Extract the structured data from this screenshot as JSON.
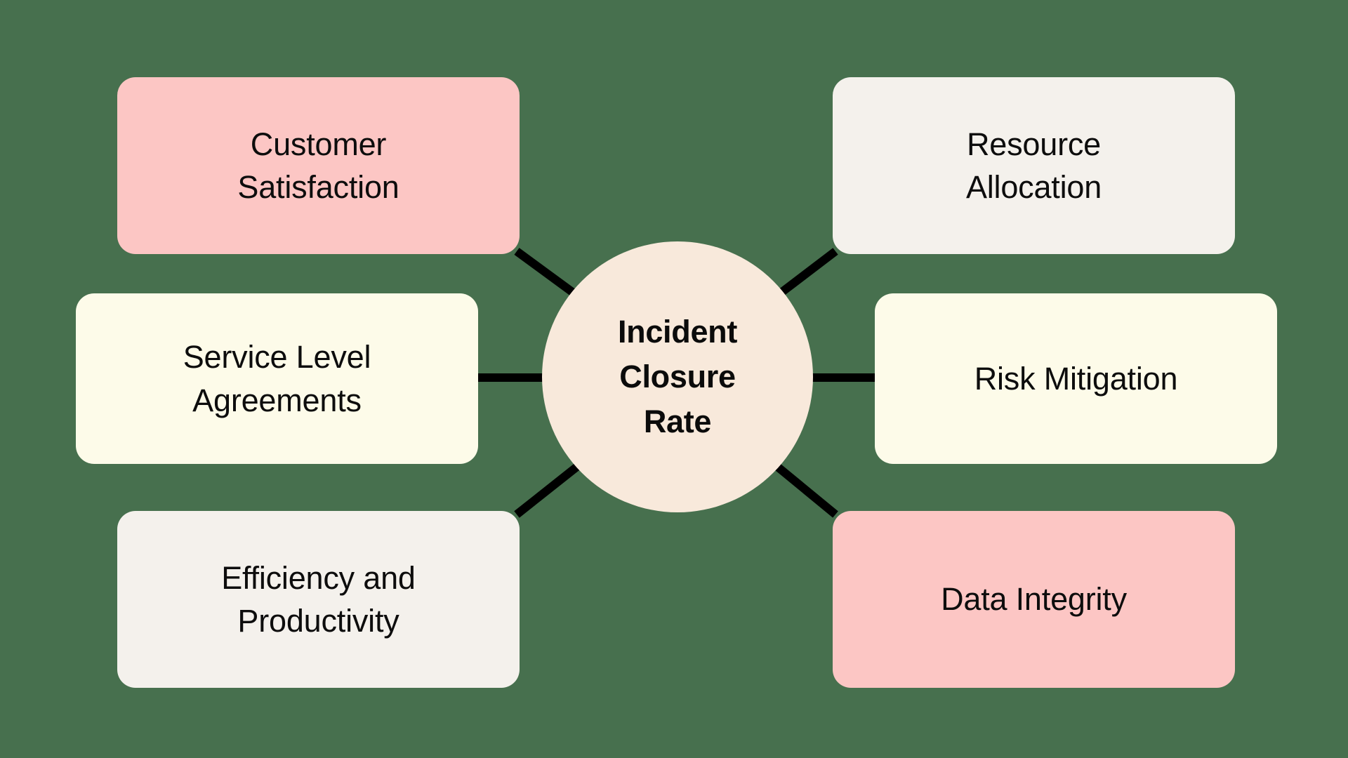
{
  "diagram": {
    "type": "mind-map",
    "background_color": "#47704E",
    "connector_color": "#000000",
    "center": {
      "label": "Incident\nClosure\nRate",
      "text_plain": "Incident Closure Rate",
      "shape": "circle",
      "fill_color": "#F8E9DB",
      "text_color": "#0B0B0B",
      "bold": true
    },
    "nodes": [
      {
        "id": "customer-satisfaction",
        "label": "Customer\nSatisfaction",
        "text_plain": "Customer Satisfaction",
        "side": "left",
        "row": "top",
        "fill_color": "#FCC6C4",
        "text_color": "#0D0D0D",
        "connector": "diagonal"
      },
      {
        "id": "service-level-agreements",
        "label": "Service Level\nAgreements",
        "text_plain": "Service Level Agreements",
        "side": "left",
        "row": "middle",
        "fill_color": "#FDFBE9",
        "text_color": "#0D0D0D",
        "connector": "horizontal"
      },
      {
        "id": "efficiency-productivity",
        "label": "Efficiency and\nProductivity",
        "text_plain": "Efficiency and Productivity",
        "side": "left",
        "row": "bottom",
        "fill_color": "#F4F1EC",
        "text_color": "#0D0D0D",
        "connector": "diagonal"
      },
      {
        "id": "resource-allocation",
        "label": "Resource\nAllocation",
        "text_plain": "Resource Allocation",
        "side": "right",
        "row": "top",
        "fill_color": "#F4F1EC",
        "text_color": "#0D0D0D",
        "connector": "diagonal"
      },
      {
        "id": "risk-mitigation",
        "label": "Risk Mitigation",
        "text_plain": "Risk Mitigation",
        "side": "right",
        "row": "middle",
        "fill_color": "#FDFBE9",
        "text_color": "#0D0D0D",
        "connector": "horizontal"
      },
      {
        "id": "data-integrity",
        "label": "Data Integrity",
        "text_plain": "Data Integrity",
        "side": "right",
        "row": "bottom",
        "fill_color": "#FCC6C4",
        "text_color": "#0D0D0D",
        "connector": "diagonal"
      }
    ]
  }
}
